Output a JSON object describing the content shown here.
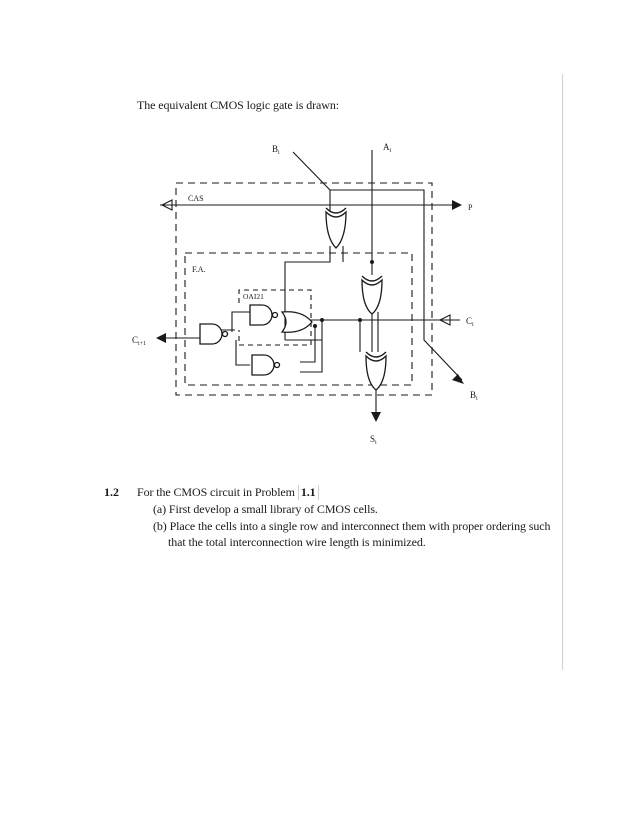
{
  "intro_text": "The equivalent CMOS logic gate is drawn:",
  "diagram": {
    "label_Bi_top": "B",
    "label_Bi_top_sub": "i",
    "label_Ai": "A",
    "label_Ai_sub": "i",
    "label_CAS": "CAS",
    "label_P": "P",
    "label_FA": "F.A.",
    "label_OAI21": "OAI21",
    "label_Ci": "C",
    "label_Ci_sub": "i",
    "label_Ci1": "C",
    "label_Ci1_sub": "i+1",
    "label_Bi_out": "B",
    "label_Bi_out_sub": "i",
    "label_Si": "S",
    "label_Si_sub": "i"
  },
  "problem": {
    "number": "1.2",
    "lead": "For the CMOS circuit in Problem",
    "ref": "1.1",
    "part_a": "(a) First develop a small library of CMOS cells.",
    "part_b_1": "(b) Place the cells into a single row and interconnect them with proper ordering such",
    "part_b_2": "that the total interconnection wire length is minimized."
  }
}
